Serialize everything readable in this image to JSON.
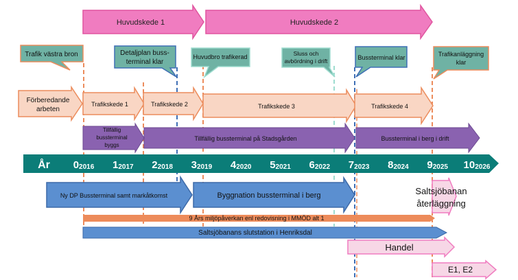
{
  "colors": {
    "pink_fill": "#f07cc0",
    "pink_stroke": "#e0559f",
    "salmon_fill": "#f9d6c4",
    "salmon_stroke": "#ec8c5c",
    "teal_fill": "#6fb2a4",
    "teal_stroke": "#ec8c5c",
    "blue_fill": "#5b8fd0",
    "blue_stroke": "#3d6aa8",
    "purple_fill": "#8a62b0",
    "purple_stroke": "#6d4a92",
    "year_bar": "#0b7d78",
    "orange_bar": "#ed8b5a",
    "light_pink": "#f7d7e6",
    "dash_orange": "#ec8c5c",
    "dash_blue": "#3f6fb5",
    "dash_teal": "#9ddccf"
  },
  "phases": [
    "Huvudskede 1",
    "Huvudskede 2"
  ],
  "milestones": {
    "trafik_vastra_bron": "Trafik västra bron",
    "detaljplan_line1": "Detaljplan buss-",
    "detaljplan_line2": "terminal  klar",
    "huvudbro": "Huvudbro trafikerad",
    "sluss_line1": "Sluss och",
    "sluss_line2": "avbördning i drift",
    "bussterminal_klar": "Bussterminal klar",
    "trafikanlaggning_line1": "Trafikanläggning",
    "trafikanlaggning_line2": "klar"
  },
  "traffic_stages": {
    "forberedande_line1": "Förberedande",
    "forberedande_line2": "arbeten",
    "stage1": "Trafikskede 1",
    "stage2": "Trafikskede 2",
    "stage3": "Trafikskede 3",
    "stage4": "Trafikskede 4"
  },
  "bus": {
    "tillfallig_line1": "Tillfällig",
    "tillfallig_line2": "bussterminal",
    "tillfallig_line3": "byggs",
    "stadsgarden": "Tillfällig bussterminal på Stadsgården",
    "berg_drift": "Bussterminal i berg i drift"
  },
  "year_axis": {
    "label": "År",
    "years": [
      {
        "num": "0",
        "year": "2016"
      },
      {
        "num": "1",
        "year": "2017"
      },
      {
        "num": "2",
        "year": "2018"
      },
      {
        "num": "3",
        "year": "2019"
      },
      {
        "num": "4",
        "year": "2020"
      },
      {
        "num": "5",
        "year": "2021"
      },
      {
        "num": "6",
        "year": "2022"
      },
      {
        "num": "7",
        "year": "2023"
      },
      {
        "num": "8",
        "year": "2024"
      },
      {
        "num": "9",
        "year": "2025"
      },
      {
        "num": "10",
        "year": "2026"
      }
    ]
  },
  "below": {
    "ny_dp": "Ny DP Bussterminal samt markåtkomst",
    "byggnation": "Byggnation bussterminal i berg",
    "saltsjobanan_line1": "Saltsjöbanan",
    "saltsjobanan_line2": "återläggning",
    "miljo": "9 Års miljöpåverkan enl redovisning i MMÖD alt 1",
    "slutstation": "Saltsjöbanans slutstation i Henriksdal",
    "handel": "Handel",
    "e1e2": "E1, E2"
  }
}
